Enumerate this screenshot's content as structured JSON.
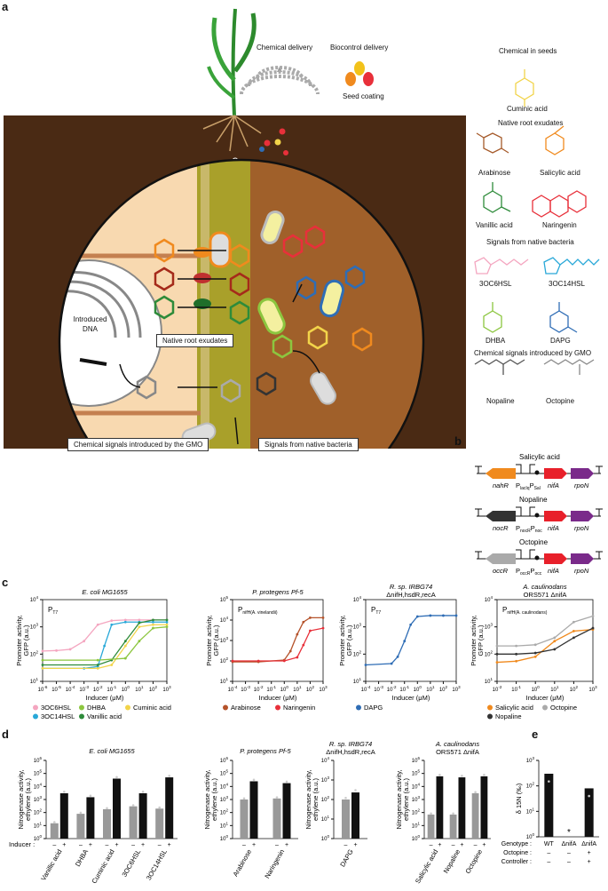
{
  "panels": {
    "a": "a",
    "b": "b",
    "c": "c",
    "d": "d",
    "e": "e"
  },
  "panel_a": {
    "chemical_delivery": "Chemical delivery",
    "biocontrol_delivery": "Biocontrol delivery",
    "seed_coating": "Seed coating",
    "introduced_dna": "Introduced\nDNA",
    "native_root_exudates_box": "Native root exudates",
    "chemical_signals_gmo_box": "Chemical signals introduced by the GMO",
    "signals_native_bacteria_box": "Signals from native bacteria",
    "legend": {
      "chemical_in_seeds": "Chemical in seeds",
      "cuminic_acid": "Cuminic acid",
      "native_root_exudates": "Native root exudates",
      "arabinose": "Arabinose",
      "salicylic_acid": "Salicylic acid",
      "vanillic_acid": "Vanillic acid",
      "naringenin": "Naringenin",
      "signals_native_bacteria": "Signals from native bacteria",
      "oc6hsl": "3OC6HSL",
      "oc14hsl": "3OC14HSL",
      "dhba": "DHBA",
      "dapg": "DAPG",
      "chemical_signals_gmo": "Chemical signals introduced by GMO",
      "nopaline": "Nopaline",
      "octopine": "Octopine"
    }
  },
  "panel_b": {
    "constructs": [
      {
        "inducer": "Salicylic acid",
        "regulator": "nahR",
        "promoters": "P",
        "p1_sub": "lacIq",
        "p2": "P",
        "p2_sub": "Sal",
        "genes": [
          "nifA",
          "rpoN"
        ],
        "reg_color": "#f08a1e"
      },
      {
        "inducer": "Nopaline",
        "regulator": "nocR",
        "promoters": "P",
        "p1_sub": "nocR",
        "p2": "P",
        "p2_sub": "noc",
        "genes": [
          "nifA",
          "rpoN"
        ],
        "reg_color": "#333333"
      },
      {
        "inducer": "Octopine",
        "regulator": "occR",
        "promoters": "P",
        "p1_sub": "occR",
        "p2": "P",
        "p2_sub": "occ",
        "genes": [
          "nifA",
          "rpoN"
        ],
        "reg_color": "#aaaaaa"
      }
    ]
  },
  "panel_c": {
    "y_label": "Promoter activity,\nGFP (a.u.)",
    "x_label": "Inducer (μM)",
    "plots": [
      {
        "title": "E. coli MG1655",
        "subtitle": "",
        "promoter": "P",
        "promoter_sub": "T7",
        "legend": [
          {
            "name": "3OC6HSL",
            "color": "#f4a6c0"
          },
          {
            "name": "DHBA",
            "color": "#8cc63f"
          },
          {
            "name": "Cuminic acid",
            "color": "#f2d44a"
          },
          {
            "name": "3OC14HSL",
            "color": "#29a8d8"
          },
          {
            "name": "Vanillic acid",
            "color": "#2e8b3a"
          }
        ]
      },
      {
        "title": "P. protegens Pf-5",
        "subtitle": "",
        "promoter": "P",
        "promoter_sub": "nifH(A. vinelandii)",
        "legend": [
          {
            "name": "Arabinose",
            "color": "#b5532b"
          },
          {
            "name": "Naringenin",
            "color": "#e8303a"
          }
        ]
      },
      {
        "title": "R. sp. IRBG74",
        "subtitle": "ΔnifH,hsdR,recA",
        "promoter": "P",
        "promoter_sub": "T7",
        "legend": [
          {
            "name": "DAPG",
            "color": "#2f6db5"
          }
        ]
      },
      {
        "title": "A. caulinodans",
        "subtitle": "ORS571 ΔnifA",
        "promoter": "P",
        "promoter_sub": "nifH(A. caulinodans)",
        "legend": [
          {
            "name": "Salicylic acid",
            "color": "#f08a1e"
          },
          {
            "name": "Octopine",
            "color": "#aaaaaa"
          },
          {
            "name": "Nopaline",
            "color": "#333333"
          }
        ]
      }
    ]
  },
  "panel_d": {
    "y_label": "Nitrogenase activity,\nethylene (a.u.)",
    "inducer_label": "Inducer :",
    "minus": "–",
    "plus": "+",
    "plots": [
      {
        "title": "E. coli MG1655",
        "subtitle": "",
        "categories": [
          "Vanillic acid",
          "DHBA",
          "Cuminic acid",
          "3OC6HSL",
          "3OC14HSL"
        ]
      },
      {
        "title": "P. protegens Pf-5",
        "subtitle": "",
        "categories": [
          "Arabinose",
          "Naringenin"
        ]
      },
      {
        "title": "R. sp. IRBG74",
        "subtitle": "ΔnifH,hsdR,recA",
        "categories": [
          "DAPG"
        ]
      },
      {
        "title": "A. caulinodans",
        "subtitle": "ORS571 ΔnifA",
        "categories": [
          "Salicylic acid",
          "Nopaline",
          "Octopine"
        ]
      }
    ]
  },
  "panel_e": {
    "y_label": "δ 15N (‰)",
    "genotype_label": "Genotype :",
    "octopine_label": "Octopine :",
    "controller_label": "Controller :",
    "genotypes": [
      "WT",
      "ΔnifA",
      "ΔnifA"
    ],
    "octopine": [
      "–",
      "–",
      "+"
    ],
    "controller": [
      "–",
      "–",
      "+"
    ],
    "star": "*"
  },
  "chart_data": [
    {
      "type": "line",
      "title": "E. coli MG1655",
      "xlabel": "Inducer (μM)",
      "ylabel": "Promoter activity, GFP (a.u.)",
      "xscale": "log",
      "yscale": "log",
      "xlim": [
        1e-06,
        1000.0
      ],
      "ylim": [
        10,
        10000
      ],
      "series": [
        {
          "name": "3OC6HSL",
          "x": [
            1e-06,
            1e-05,
            0.0001,
            0.001,
            0.01,
            0.1,
            1,
            10,
            100,
            1000
          ],
          "y": [
            130,
            135,
            150,
            300,
            1200,
            1700,
            1800,
            1800,
            1800,
            1800
          ]
        },
        {
          "name": "3OC14HSL",
          "x": [
            1e-06,
            0.001,
            0.01,
            0.03,
            0.1,
            1,
            10,
            100,
            1000
          ],
          "y": [
            30,
            30,
            35,
            200,
            1200,
            1500,
            1500,
            1500,
            1500
          ]
        },
        {
          "name": "Vanillic acid",
          "x": [
            1e-06,
            0.01,
            0.1,
            1,
            10,
            100,
            1000
          ],
          "y": [
            40,
            40,
            60,
            300,
            1400,
            1800,
            1800
          ]
        },
        {
          "name": "Cuminic acid",
          "x": [
            1e-06,
            0.01,
            0.1,
            1,
            10,
            100,
            1000
          ],
          "y": [
            30,
            30,
            40,
            200,
            1000,
            1200,
            1200
          ]
        },
        {
          "name": "DHBA",
          "x": [
            1e-06,
            0.01,
            1,
            10,
            100,
            1000
          ],
          "y": [
            60,
            60,
            70,
            300,
            900,
            1000
          ]
        }
      ]
    },
    {
      "type": "line",
      "title": "P. protegens Pf-5",
      "xlabel": "Inducer (μM)",
      "ylabel": "Promoter activity, GFP (a.u.)",
      "xscale": "log",
      "yscale": "log",
      "xlim": [
        0.0001,
        1000.0
      ],
      "ylim": [
        10,
        100000
      ],
      "series": [
        {
          "name": "Arabinose",
          "x": [
            0.0001,
            0.01,
            1,
            3,
            10,
            30,
            100,
            1000
          ],
          "y": [
            90,
            90,
            110,
            300,
            2000,
            8000,
            13000,
            13000
          ]
        },
        {
          "name": "Naringenin",
          "x": [
            0.0001,
            0.01,
            1,
            10,
            30,
            100,
            1000
          ],
          "y": [
            100,
            100,
            100,
            150,
            600,
            3000,
            4000
          ]
        }
      ]
    },
    {
      "type": "line",
      "title": "R. sp. IRBG74",
      "xlabel": "Inducer (μM)",
      "ylabel": "Promoter activity, GFP (a.u.)",
      "xscale": "log",
      "yscale": "log",
      "xlim": [
        0.0001,
        1000.0
      ],
      "ylim": [
        10,
        10000
      ],
      "series": [
        {
          "name": "DAPG",
          "x": [
            0.0001,
            0.01,
            0.03,
            0.1,
            0.3,
            1,
            10,
            100,
            1000
          ],
          "y": [
            40,
            45,
            80,
            300,
            1200,
            2400,
            2600,
            2600,
            2600
          ]
        }
      ]
    },
    {
      "type": "line",
      "title": "A. caulinodans ORS571 ΔnifA",
      "xlabel": "Inducer (μM)",
      "ylabel": "Promoter activity, GFP (a.u.)",
      "xscale": "log",
      "yscale": "log",
      "xlim": [
        0.01,
        1000
      ],
      "ylim": [
        10,
        10000
      ],
      "series": [
        {
          "name": "Salicylic acid",
          "x": [
            0.01,
            0.1,
            1,
            10,
            100,
            1000
          ],
          "y": [
            50,
            55,
            80,
            300,
            700,
            800
          ]
        },
        {
          "name": "Octopine",
          "x": [
            0.01,
            0.1,
            1,
            10,
            100,
            1000
          ],
          "y": [
            200,
            200,
            220,
            400,
            1500,
            2500
          ]
        },
        {
          "name": "Nopaline",
          "x": [
            0.01,
            0.1,
            1,
            10,
            100,
            1000
          ],
          "y": [
            100,
            100,
            110,
            150,
            400,
            900
          ]
        }
      ]
    },
    {
      "type": "bar",
      "title": "E. coli MG1655",
      "ylabel": "Nitrogenase activity, ethylene (a.u.)",
      "yscale": "log",
      "ylim": [
        1,
        1000000
      ],
      "categories": [
        "Vanillic acid",
        "DHBA",
        "Cuminic acid",
        "3OC6HSL",
        "3OC14HSL"
      ],
      "series": [
        {
          "name": "–",
          "values": [
            15,
            80,
            180,
            300,
            200
          ]
        },
        {
          "name": "+",
          "values": [
            3000,
            1500,
            40000,
            3000,
            50000
          ]
        }
      ]
    },
    {
      "type": "bar",
      "title": "P. protegens Pf-5",
      "ylabel": "Nitrogenase activity, ethylene (a.u.)",
      "yscale": "log",
      "ylim": [
        1,
        1000000
      ],
      "categories": [
        "Arabinose",
        "Naringenin"
      ],
      "series": [
        {
          "name": "–",
          "values": [
            1000,
            1200
          ]
        },
        {
          "name": "+",
          "values": [
            25000,
            18000
          ]
        }
      ]
    },
    {
      "type": "bar",
      "title": "R. sp. IRBG74",
      "ylabel": "Nitrogenase activity, ethylene (a.u.)",
      "yscale": "log",
      "ylim": [
        1,
        10000
      ],
      "categories": [
        "DAPG"
      ],
      "series": [
        {
          "name": "–",
          "values": [
            100
          ]
        },
        {
          "name": "+",
          "values": [
            230
          ]
        }
      ]
    },
    {
      "type": "bar",
      "title": "A. caulinodans ORS571 ΔnifA",
      "ylabel": "Nitrogenase activity, ethylene (a.u.)",
      "yscale": "log",
      "ylim": [
        1,
        1000000
      ],
      "categories": [
        "Salicylic acid",
        "Nopaline",
        "Octopine"
      ],
      "series": [
        {
          "name": "–",
          "values": [
            70,
            70,
            3000
          ]
        },
        {
          "name": "+",
          "values": [
            60000,
            50000,
            60000
          ]
        }
      ]
    },
    {
      "type": "bar",
      "title": "",
      "ylabel": "δ 15N (‰)",
      "yscale": "log",
      "ylim": [
        1,
        1000
      ],
      "categories": [
        "WT",
        "ΔnifA",
        "ΔnifA"
      ],
      "values": [
        300,
        0,
        80
      ]
    }
  ]
}
